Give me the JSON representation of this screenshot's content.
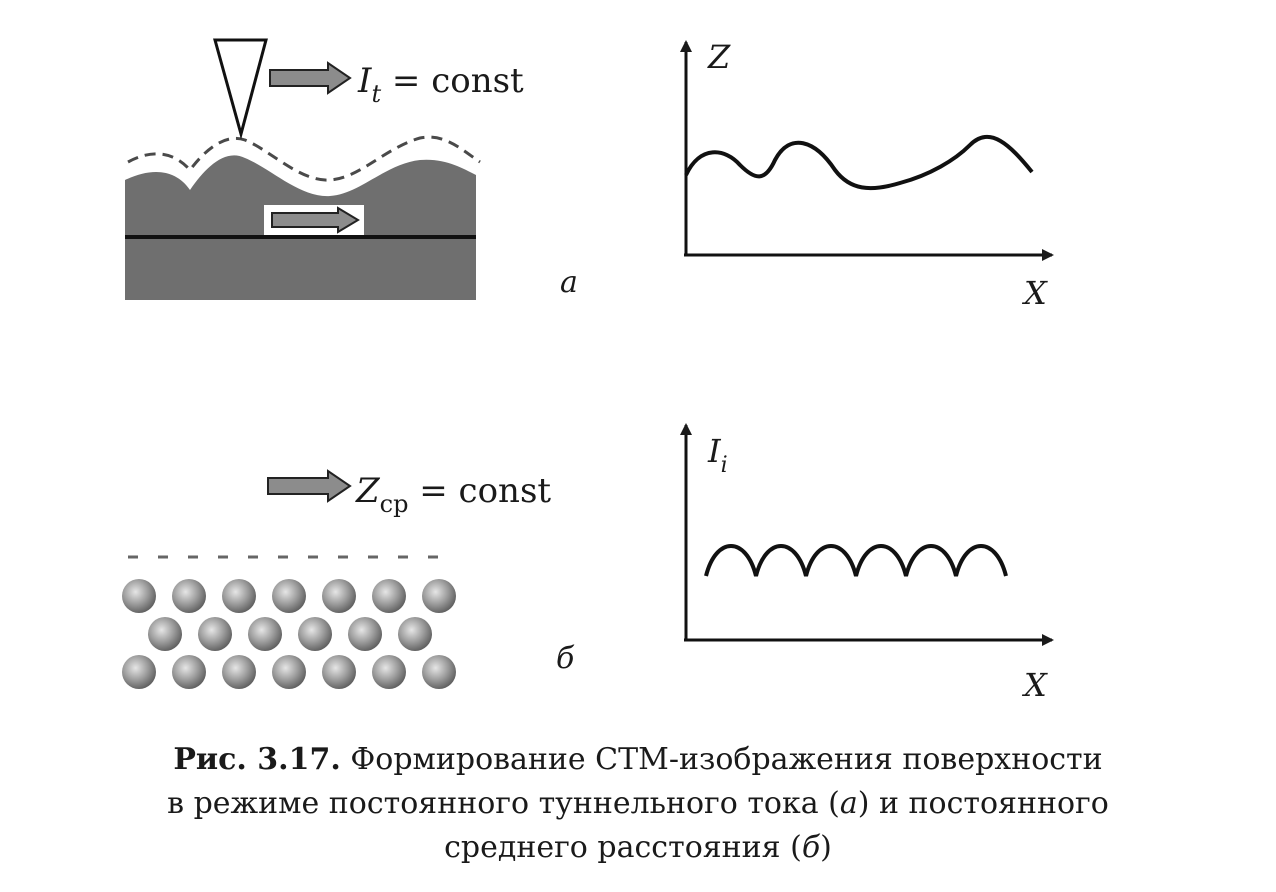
{
  "panel_a": {
    "condition_symbol": "I",
    "condition_subscript": "t",
    "condition_rest": " = const",
    "panel_letter": "a",
    "y_axis_label": "Z",
    "x_axis_label": "X"
  },
  "panel_b": {
    "condition_symbol": "Z",
    "condition_subscript": "ср",
    "condition_rest": " = const",
    "panel_letter": "б",
    "y_axis_symbol": "I",
    "y_axis_subscript": "i",
    "x_axis_label": "X"
  },
  "caption": {
    "label": "Рис. 3.17.",
    "line1": " Формирование СТМ-изображения поверхности",
    "line2_a": "в режиме постоянного туннельного тока (",
    "line2_a_letter": "а",
    "line2_b": ") и постоянного",
    "line3_a": "среднего расстояния (",
    "line3_b_letter": "б",
    "line3_b": ")"
  },
  "colors": {
    "surface_fill": "#6f6f6f",
    "arrow_fill": "#8c8c8c",
    "atom_fill": "#9a9a9a",
    "ink": "#1a1a1a"
  }
}
